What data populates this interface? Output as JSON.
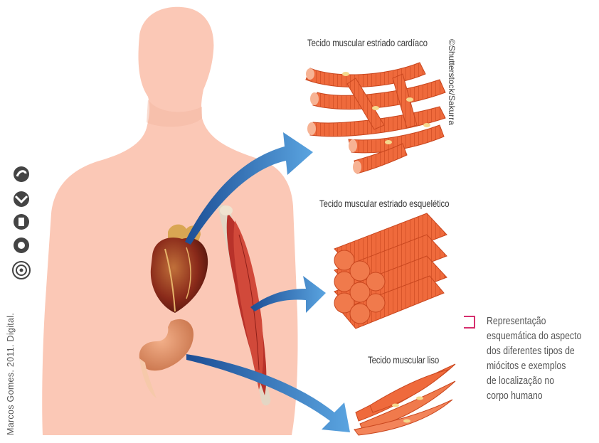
{
  "labels": {
    "cardiac": "Tecido muscular estriado cardíaco",
    "skeletal": "Tecido muscular estriado esquelético",
    "smooth": "Tecido muscular liso"
  },
  "credits": {
    "illustrator": "Marcos Gomes. 2011. Digital.",
    "photo": "©Shutterstock/Sakurra"
  },
  "caption": {
    "lines": [
      "Representação",
      "esquemática do aspecto",
      "dos diferentes tipos de",
      "miócitos e exemplos",
      "de localização no",
      "corpo humano"
    ]
  },
  "colors": {
    "skin": "#fbc8b6",
    "muscle": "#ef6a3c",
    "arrow": "#2d6fb5",
    "caption_marker": "#d62f6e"
  }
}
